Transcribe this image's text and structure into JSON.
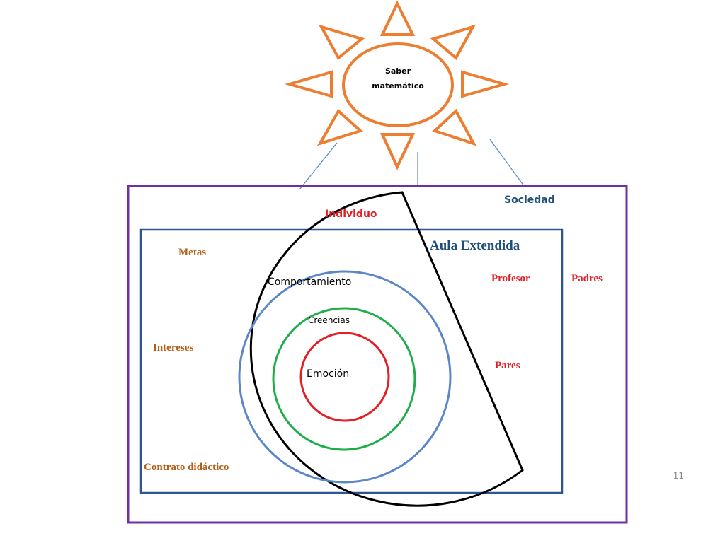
{
  "slide": {
    "page_number": "11"
  },
  "sun": {
    "label_line1": "Saber",
    "label_line2": "matemático",
    "color": "#ED7D31"
  },
  "regions": {
    "society": "Sociedad",
    "classroom": "Aula Extendida",
    "individual": "Individuo"
  },
  "layers": {
    "behavior": "Comportamiento",
    "beliefs": "Creencias",
    "emotion": "Emoción"
  },
  "factors": {
    "goals": "Metas",
    "interests": "Intereses",
    "contract": "Contrato didáctico"
  },
  "actors": {
    "teacher": "Profesor",
    "parents": "Padres",
    "peers": "Pares"
  },
  "colors": {
    "society_frame": "#7030A0",
    "classroom_frame": "#2F5496",
    "behavior_ring": "#5B87C7",
    "beliefs_ring": "#1FAE4B",
    "emotion_ring": "#E31E24",
    "actor_text": "#E31E24",
    "factor_text": "#B45F17",
    "blue_text": "#1F4E79"
  }
}
